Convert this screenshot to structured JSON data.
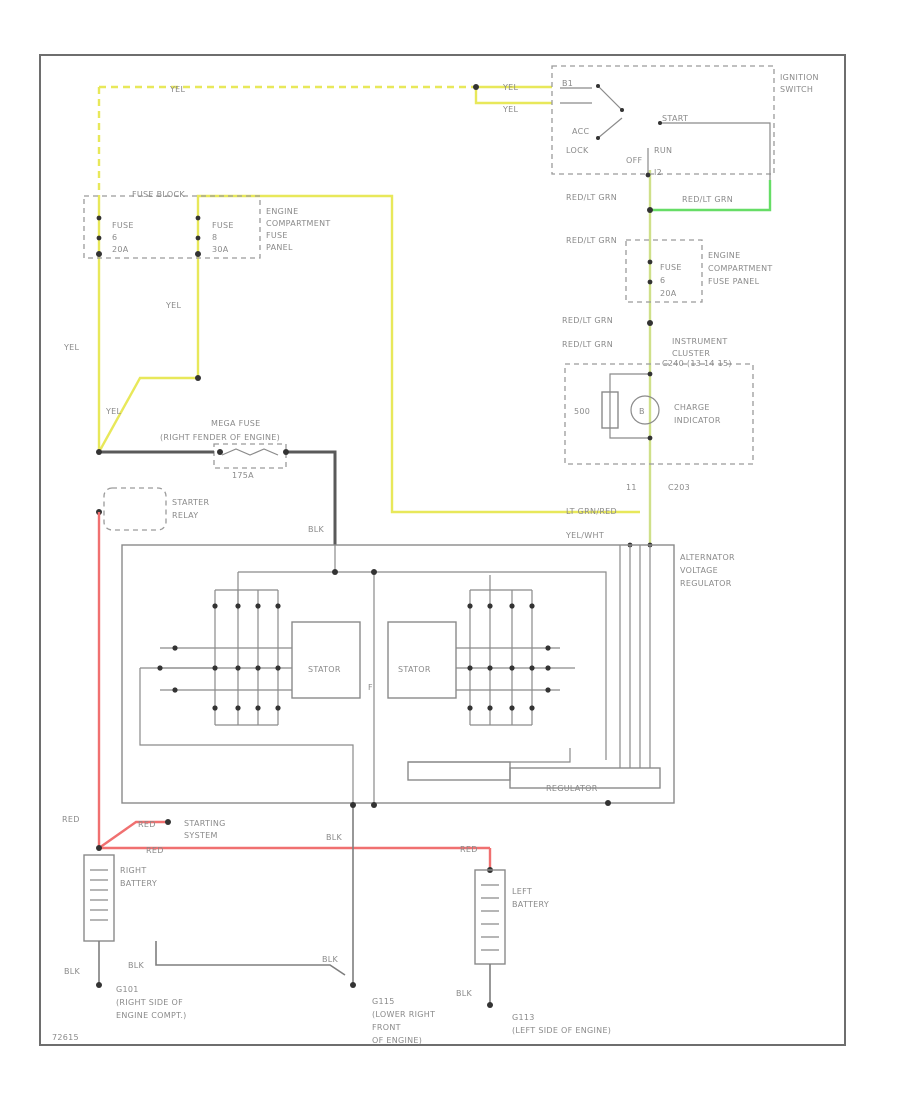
{
  "labels": {
    "ignition_switch": [
      "IGNITION",
      "SWITCH"
    ],
    "sw_start": "START",
    "sw_acc": "ACC",
    "sw_lock": "LOCK",
    "sw_off": "OFF",
    "sw_run": "RUN",
    "sw_b1": "B1",
    "sw_i2": "I2",
    "wire_yel": "YEL",
    "wire_redlt_grn": "RED/LT GRN",
    "wire_blk": "BLK",
    "wire_red": "RED",
    "wire_lt_grn_red": "LT GRN/RED",
    "wire_yel_whf": "YEL/WHT",
    "fuse_top_header": "FUSE BLOCK",
    "fuse_left": [
      "FUSE",
      "6",
      "20A"
    ],
    "fuse_right": [
      "FUSE",
      "8",
      "30A"
    ],
    "engine_fuse_panel_top": [
      "ENGINE",
      "COMPARTMENT",
      "FUSE",
      "PANEL"
    ],
    "fuse_mid": [
      "FUSE",
      "6",
      "20A"
    ],
    "engine_fuse_panel_mid": [
      "ENGINE",
      "COMPARTMENT",
      "FUSE PANEL"
    ],
    "instrument_cluster": [
      "INSTRUMENT",
      "CLUSTER"
    ],
    "cluster_conn": "C240 (13 14 15)",
    "resistor_value": "500",
    "charge_indicator": [
      "CHARGE",
      "INDICATOR"
    ],
    "c203_pins": "11",
    "c203": "C203",
    "mega_fuse": [
      "MEGA FUSE",
      "(RIGHT FENDER OF ENGINE)"
    ],
    "mega_fuse_rating": "175A",
    "starter_relay": [
      "STARTER",
      "RELAY"
    ],
    "alternator": [
      "ALTERNATOR",
      "VOLTAGE",
      "REGULATOR"
    ],
    "stator_left": "STATOR",
    "stator_right": "STATOR",
    "rotor": "F",
    "regulator": "REGULATOR",
    "starting_system": [
      "STARTING",
      "SYSTEM"
    ],
    "right_battery": [
      "RIGHT",
      "BATTERY"
    ],
    "left_battery": [
      "LEFT",
      "BATTERY"
    ],
    "g101": [
      "G101",
      "(RIGHT SIDE OF",
      "ENGINE COMPT.)"
    ],
    "g115": [
      "G115",
      "(LOWER RIGHT",
      "FRONT",
      "OF ENGINE)"
    ],
    "g113": [
      "G113",
      "(LEFT SIDE OF ENGINE)"
    ],
    "figure_id": "72615"
  },
  "colors": {
    "yellow": "#e8e85a",
    "green": "#66dd66",
    "red": "#f07070",
    "black": "#5a5a5a"
  }
}
